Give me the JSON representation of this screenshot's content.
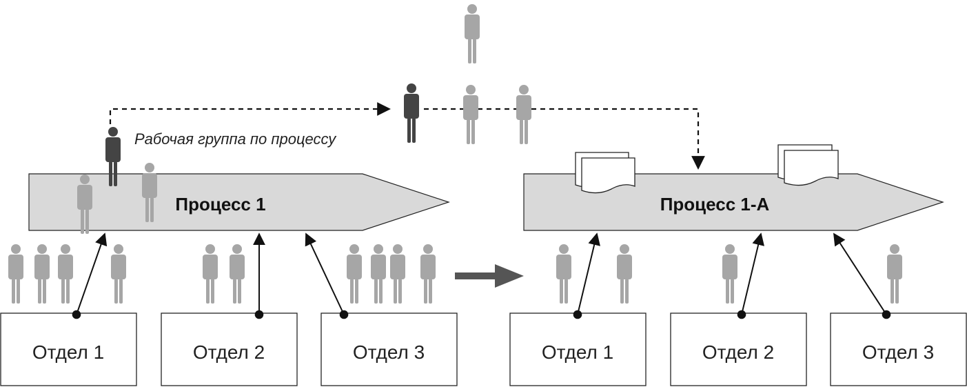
{
  "diagram": {
    "working_group_label": "Рабочая группа по процессу",
    "left_process": {
      "label": "Процесс 1",
      "departments": [
        "Отдел 1",
        "Отдел 2",
        "Отдел 3"
      ]
    },
    "right_process": {
      "label": "Процесс 1-А",
      "departments": [
        "Отдел 1",
        "Отдел 2",
        "Отдел 3"
      ]
    },
    "colors": {
      "process_fill": "#d9d9d9",
      "person_light": "#a6a6a6",
      "person_dark": "#444444",
      "transition_arrow": "#555555",
      "line": "#111111"
    }
  }
}
